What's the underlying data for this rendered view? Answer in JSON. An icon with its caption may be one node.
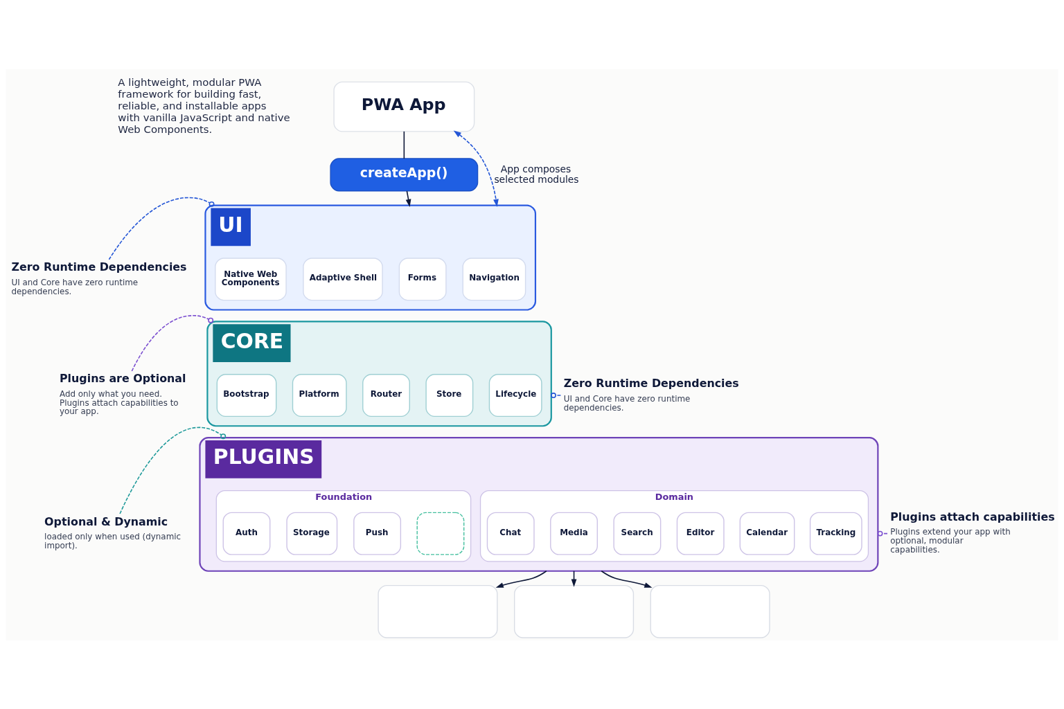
{
  "diagram": {
    "nodes": [
      {
        "text": [
          "PWA App"
        ]
      },
      {
        "text": [
          "createApp()"
        ]
      },
      {
        "text": [
          "UI"
        ]
      },
      {
        "text": [
          "Native Web Components"
        ],
        "in": 2
      },
      {
        "text": [
          "Adaptive Shell"
        ],
        "in": 2
      },
      {
        "text": [
          "Forms"
        ],
        "in": 2
      },
      {
        "text": [
          "Navigation"
        ],
        "in": 2
      },
      {
        "text": [
          "CORE"
        ]
      },
      {
        "text": [
          "Bootstrap"
        ],
        "in": 7
      },
      {
        "text": [
          "Platform"
        ],
        "in": 7
      },
      {
        "text": [
          "Router"
        ],
        "in": 7
      },
      {
        "text": [
          "Store"
        ],
        "in": 7
      },
      {
        "text": [
          "Lifecycle"
        ],
        "in": 7
      },
      {
        "text": [
          "PLUGINS"
        ]
      },
      {
        "text": [
          "Foundation"
        ],
        "in": 13
      },
      {
        "text": [
          "Auth"
        ],
        "in": 14
      },
      {
        "text": [
          "Storage"
        ],
        "in": 14
      },
      {
        "text": [
          "Push"
        ],
        "in": 14
      },
      {
        "text": [],
        "shape": "box",
        "in": 14
      },
      {
        "text": [
          "Domain"
        ],
        "in": 13
      },
      {
        "text": [
          "Chat"
        ],
        "in": 19
      },
      {
        "text": [
          "Media"
        ],
        "in": 19
      },
      {
        "text": [
          "Search"
        ],
        "in": 19
      },
      {
        "text": [
          "Editor"
        ],
        "in": 19
      },
      {
        "text": [
          "Calendar"
        ],
        "in": 19
      },
      {
        "text": [
          "Tracking"
        ],
        "in": 19
      },
      {
        "text": [],
        "shape": "box"
      },
      {
        "text": [],
        "shape": "box"
      },
      {
        "text": [],
        "shape": "box"
      },
      {
        "text": [
          "Zero Runtime Dependencies",
          "UI and Core have zero runtime dependencies."
        ]
      },
      {
        "text": [
          "Plugins are Optional",
          "Add only what you need. Plugins attach capabilities to your app."
        ]
      },
      {
        "text": [
          "Optional & Dynamic",
          "loaded only when used (dynamic import)."
        ]
      },
      {
        "text": [
          "Zero Runtime Dependencies",
          "UI and Core have zero runtime dependencies."
        ]
      },
      {
        "text": [
          "Plugins attach capabilities",
          "Plugins extend your app with optional, modular capabilities."
        ]
      }
    ],
    "edges": [
      {
        "from": 0,
        "to": 1,
        "arrow": "none"
      },
      {
        "from": 1,
        "to": 2,
        "arrow": "to"
      },
      {
        "from": 0,
        "to": 2,
        "arrow": "both",
        "label": "App composes selected modules",
        "style": "dashed",
        "color": "#2456d6"
      },
      {
        "from": 13,
        "to": 26,
        "arrow": "to"
      },
      {
        "from": 13,
        "to": 27,
        "arrow": "to"
      },
      {
        "from": 13,
        "to": 28,
        "arrow": "to"
      },
      {
        "from": 29,
        "to": 2,
        "arrow": "other",
        "style": "dashed",
        "color": "#2456d6"
      },
      {
        "from": 30,
        "to": 7,
        "arrow": "other",
        "style": "dashed",
        "color": "#7b4fd0"
      },
      {
        "from": 31,
        "to": 13,
        "arrow": "other",
        "style": "dashed",
        "color": "#1f9a9a"
      },
      {
        "from": 32,
        "to": 7,
        "arrow": "other",
        "style": "dashed",
        "color": "#2456d6"
      },
      {
        "from": 33,
        "to": 13,
        "arrow": "other",
        "style": "dashed",
        "color": "#7b4fd0"
      }
    ],
    "labels": [
      "A lightweight, modular PWA framework for building fast, reliable, and installable apps with vanilla JavaScript and native Web Components."
    ]
  }
}
